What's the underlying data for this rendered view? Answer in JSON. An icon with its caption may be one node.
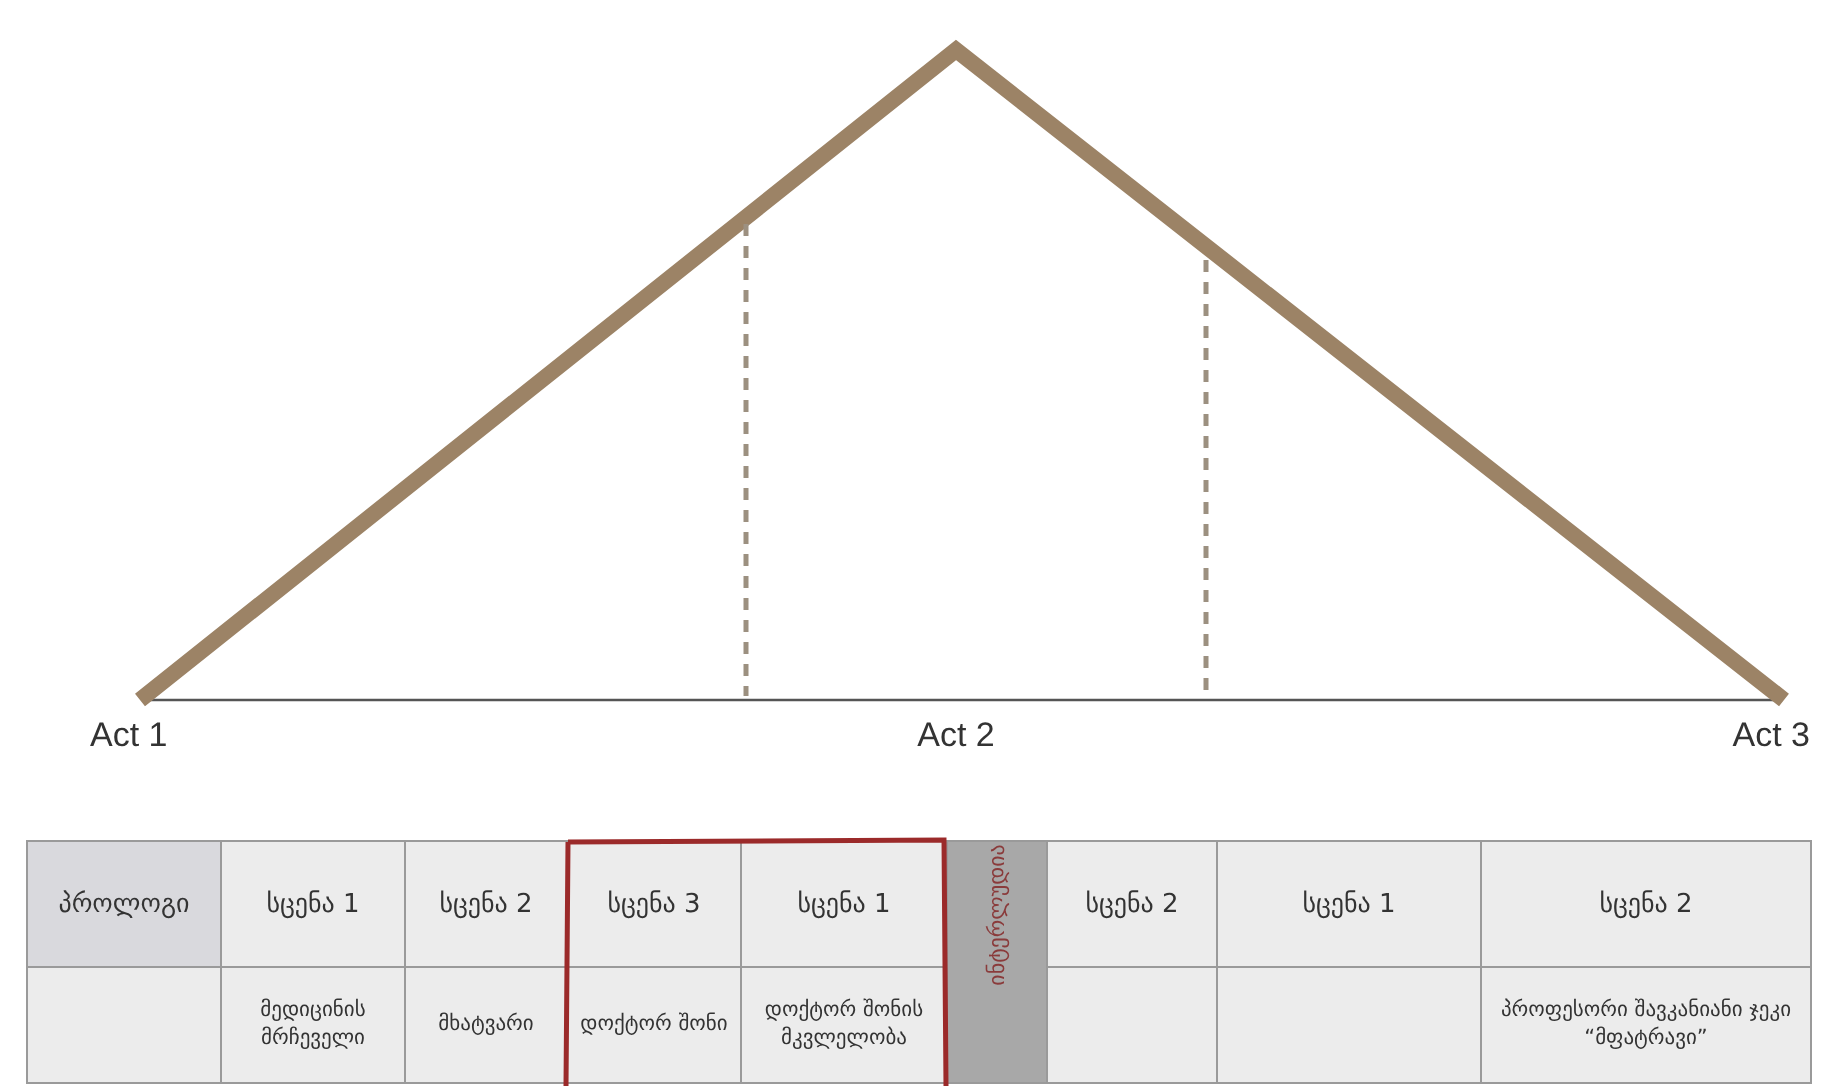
{
  "diagram": {
    "labels": [
      "Act 1",
      "Act 2",
      "Act 3",
      "პროლოგი",
      "სცენა 1",
      "სცენა 2",
      "სცენა 3",
      "სცენა 1",
      "ინტერლუდია",
      "სცენა 2",
      "სცენა 1",
      "სცენა 2",
      "მედიცინის მრჩეველი",
      "მხატვარი",
      "დოქტორ შონი",
      "დოქტორ შონის მკვლელობა",
      "პროფესორი შავკანიანი ჯეკი “მფატრავი”"
    ]
  }
}
